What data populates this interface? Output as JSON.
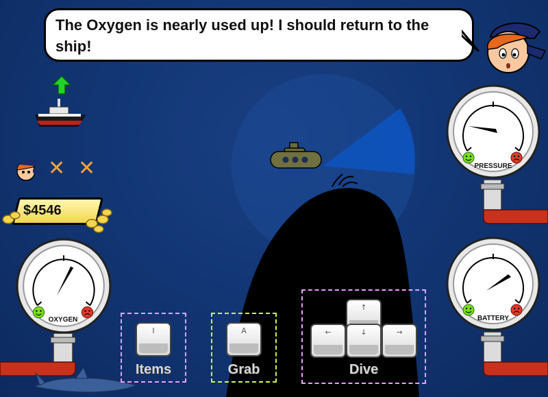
{
  "message": "The Oxygen is nearly used up! I should return to the ship!",
  "money": "$4546",
  "lives": {
    "remaining_icons": 1,
    "lost_marks": [
      "✕",
      "✕"
    ]
  },
  "gauges": {
    "pressure": {
      "label": "PRESSURE"
    },
    "battery": {
      "label": "BATTERY"
    },
    "oxygen": {
      "label": "OXYGEN"
    }
  },
  "controls": {
    "items": {
      "label": "Items",
      "key": "I",
      "border_color": "#e9a0ff"
    },
    "grab": {
      "label": "Grab",
      "key": "A",
      "border_color": "#c8ff4a"
    },
    "dive": {
      "label": "Dive",
      "keys": [
        "↑",
        "←",
        "↓",
        "→"
      ],
      "border_color": "#e9a0ff"
    }
  },
  "icons": {
    "return_arrow": "green-up-arrow-icon",
    "ship": "ship-icon",
    "submarine": "submarine-icon",
    "captain": "captain-face-icon"
  },
  "colors": {
    "sea": "#123674",
    "pipe": "#c8321c",
    "gold": "#f2d64f"
  }
}
